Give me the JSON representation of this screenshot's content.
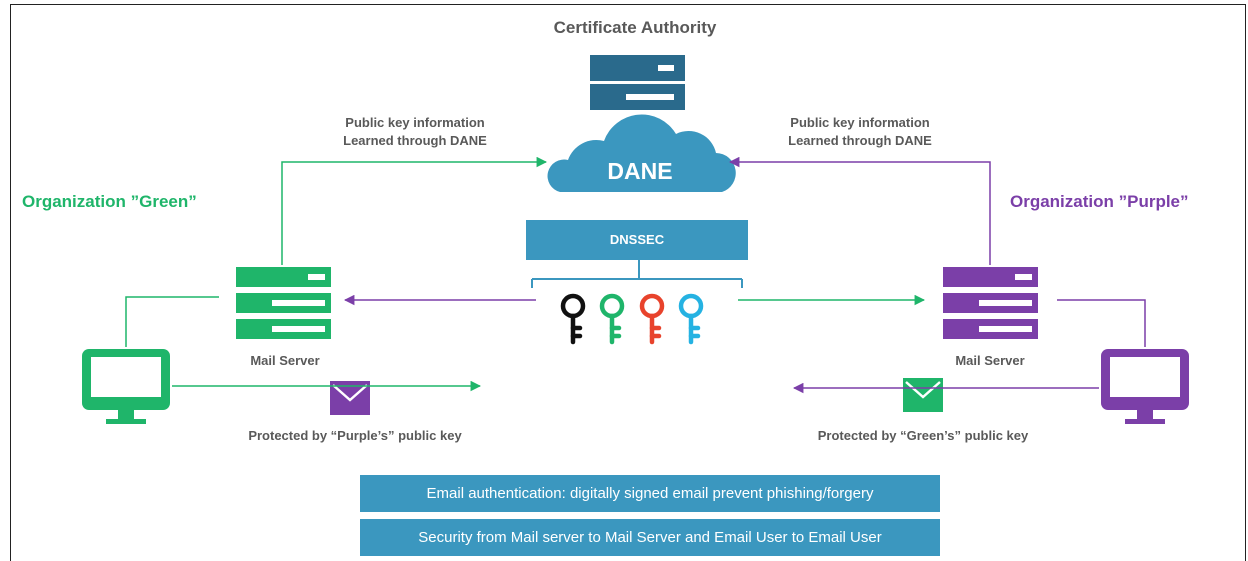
{
  "ca": {
    "title": "Certificate Authority"
  },
  "dane": {
    "label": "DANE"
  },
  "dnssec": {
    "label": "DNSSEC"
  },
  "left": {
    "org": "Organization ”Green”",
    "learn_line1": "Public key information",
    "learn_line2": "Learned through DANE",
    "mail_server": "Mail Server",
    "protected": "Protected by “Purple’s” public key"
  },
  "right": {
    "org": "Organization ”Purple”",
    "learn_line1": "Public key information",
    "learn_line2": "Learned through DANE",
    "mail_server": "Mail Server",
    "protected": "Protected by “Green’s” public key"
  },
  "banners": [
    "Email authentication: digitally signed email prevent phishing/forgery",
    "Security from Mail server to Mail Server and Email User to Email User"
  ],
  "keys": [
    {
      "name": "black-key-icon",
      "color": "#111111"
    },
    {
      "name": "green-key-icon",
      "color": "#1fb56a"
    },
    {
      "name": "red-key-icon",
      "color": "#e8432c"
    },
    {
      "name": "blue-key-icon",
      "color": "#25b2e2"
    }
  ],
  "colors": {
    "green": "#1fb56a",
    "purple": "#7b3fa8",
    "blue": "#3b97bf",
    "navy": "#2a6a8c",
    "gray_text": "#595959"
  }
}
